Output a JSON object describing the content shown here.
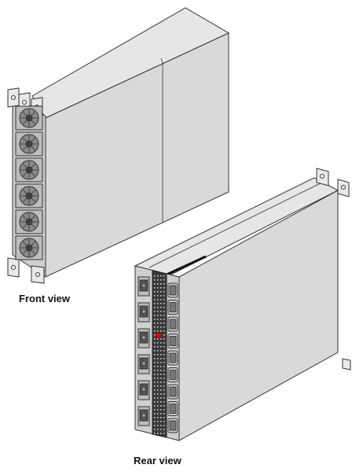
{
  "captions": {
    "front": "Front view",
    "rear": "Rear view"
  },
  "colors": {
    "front_face": "#d9d9d9",
    "top_face": "#e6e6e6",
    "side_face": "#c7c7c7",
    "outline": "#333333",
    "panel": "#bfbfbf",
    "indicator": "#e00000"
  },
  "front_unit": {
    "fan_count": 6
  },
  "rear_unit": {
    "power_connector_count": 6,
    "data_port_count": 9
  }
}
